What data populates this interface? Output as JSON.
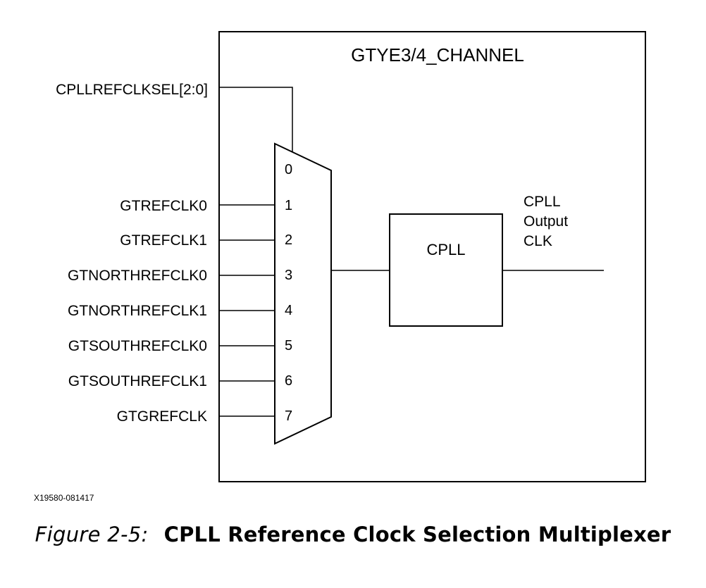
{
  "diagram": {
    "channel_title": "GTYE3/4_CHANNEL",
    "select_signal": "CPLLREFCLKSEL[2:0]",
    "mux_inputs": [
      {
        "index": "0",
        "signal": ""
      },
      {
        "index": "1",
        "signal": "GTREFCLK0"
      },
      {
        "index": "2",
        "signal": "GTREFCLK1"
      },
      {
        "index": "3",
        "signal": "GTNORTHREFCLK0"
      },
      {
        "index": "4",
        "signal": "GTNORTHREFCLK1"
      },
      {
        "index": "5",
        "signal": "GTSOUTHREFCLK0"
      },
      {
        "index": "6",
        "signal": "GTSOUTHREFCLK1"
      },
      {
        "index": "7",
        "signal": "GTGREFCLK"
      }
    ],
    "pll_block": "CPLL",
    "output_label": [
      "CPLL",
      "Output",
      "CLK"
    ],
    "figure_id": "X19580-081417"
  },
  "caption": {
    "number": "Figure 2-5:",
    "title": "CPLL Reference Clock Selection Multiplexer"
  }
}
